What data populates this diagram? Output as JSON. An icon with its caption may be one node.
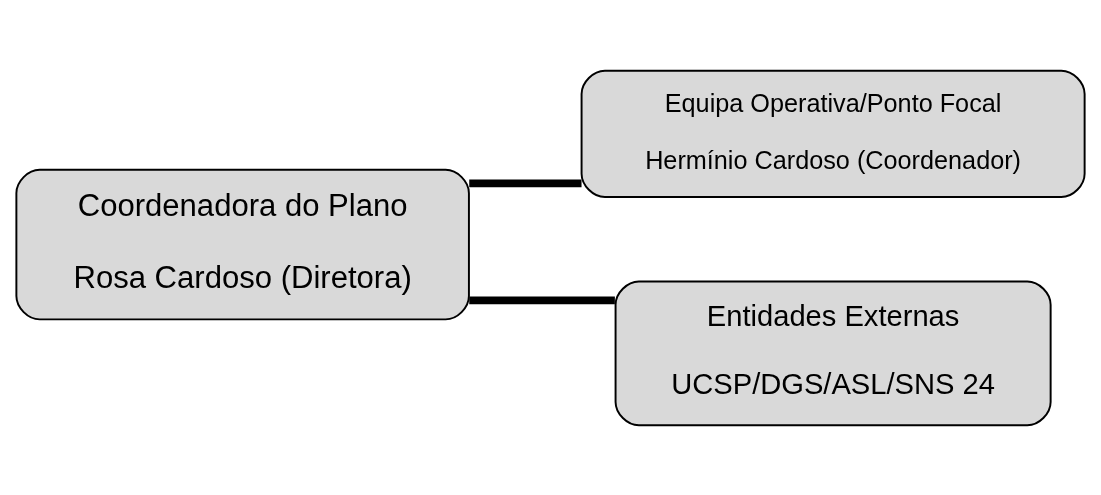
{
  "diagram": {
    "nodes": [
      {
        "text": [
          "Coordenadora do Plano",
          "Rosa Cardoso (Diretora)"
        ]
      },
      {
        "text": [
          "Equipa Operativa/Ponto Focal",
          "Hermínio Cardoso (Coordenador)"
        ]
      },
      {
        "text": [
          "Entidades Externas",
          "UCSP/DGS/ASL/SNS 24"
        ]
      }
    ],
    "edges": [
      {
        "from": 0,
        "to": 1,
        "arrow": "none"
      },
      {
        "from": 0,
        "to": 2,
        "arrow": "none"
      }
    ]
  }
}
